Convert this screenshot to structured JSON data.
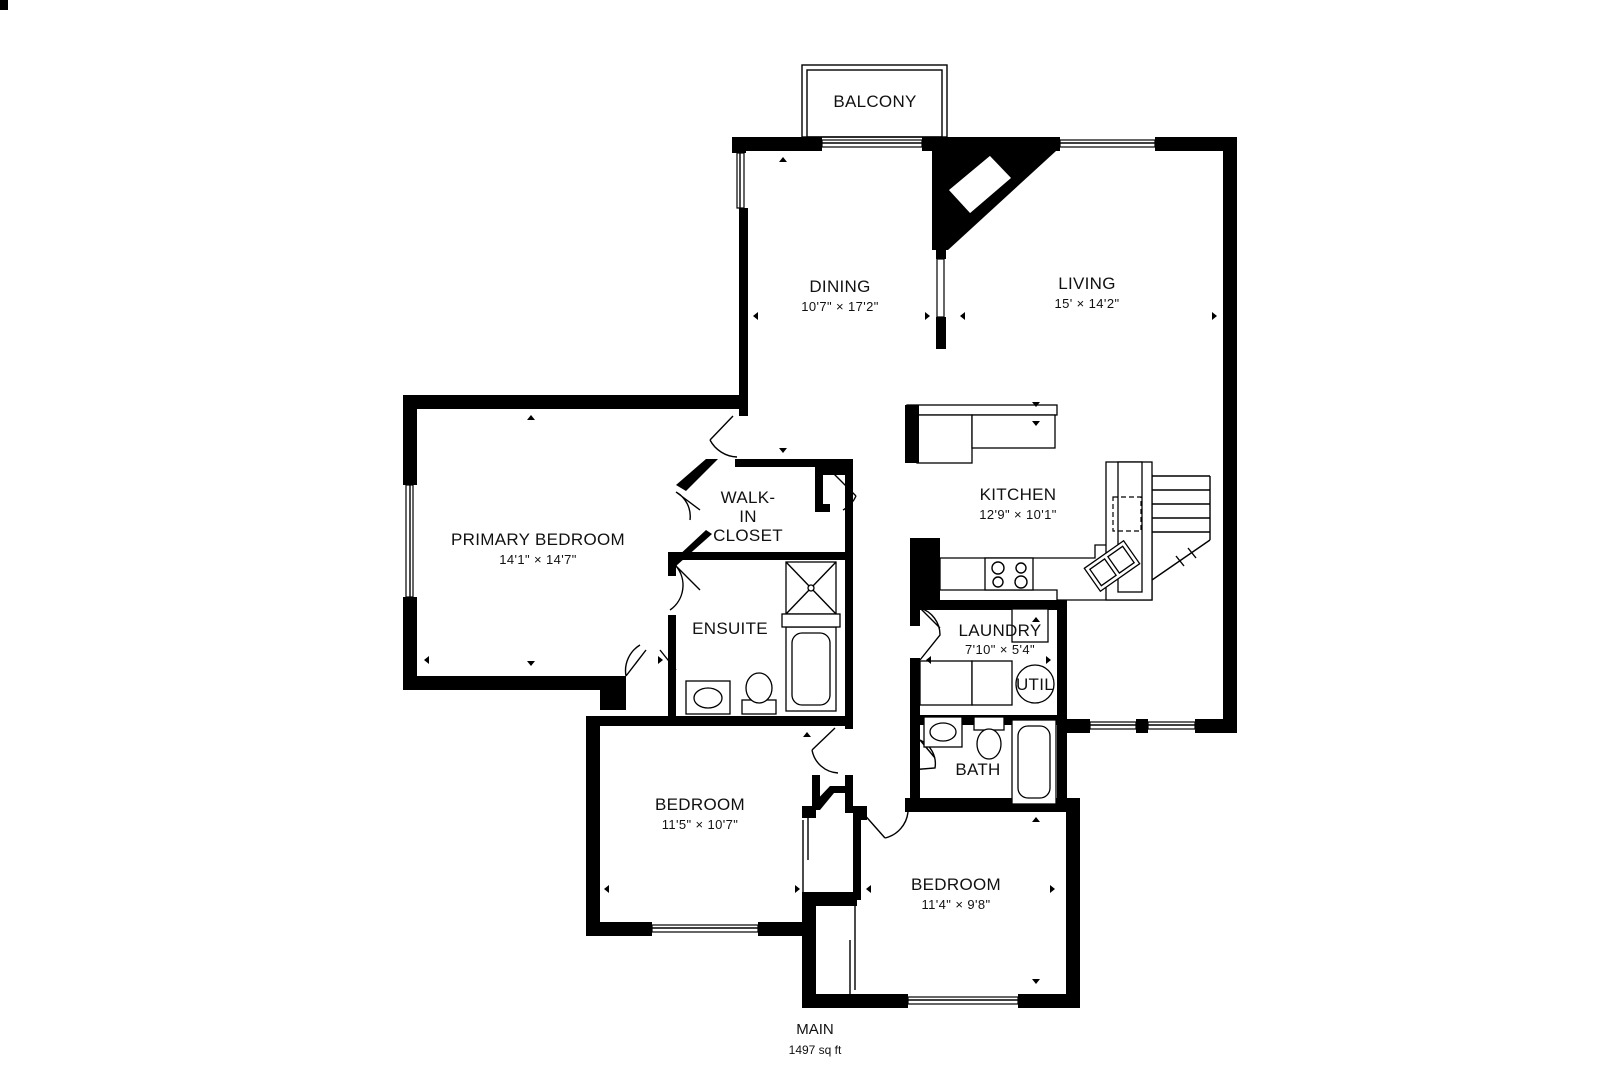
{
  "plan": {
    "floor_name": "MAIN",
    "floor_area": "1497 sq ft"
  },
  "rooms": {
    "balcony": {
      "name": "BALCONY"
    },
    "dining": {
      "name": "DINING",
      "dims": "10'7\" × 17'2\""
    },
    "living": {
      "name": "LIVING",
      "dims": "15' × 14'2\""
    },
    "kitchen": {
      "name": "KITCHEN",
      "dims": "12'9\" × 10'1\""
    },
    "primary_bedroom": {
      "name": "PRIMARY BEDROOM",
      "dims": "14'1\" × 14'7\""
    },
    "walk_in_closet": {
      "line1": "WALK-",
      "line2": "IN",
      "line3": "CLOSET"
    },
    "ensuite": {
      "name": "ENSUITE"
    },
    "laundry": {
      "name": "LAUNDRY",
      "dims": "7'10\" × 5'4\""
    },
    "util": {
      "name": "UTIL"
    },
    "bath": {
      "name": "BATH"
    },
    "bedroom_left": {
      "name": "BEDROOM",
      "dims": "11'5\" × 10'7\""
    },
    "bedroom_right": {
      "name": "BEDROOM",
      "dims": "11'4\" × 9'8\""
    }
  }
}
